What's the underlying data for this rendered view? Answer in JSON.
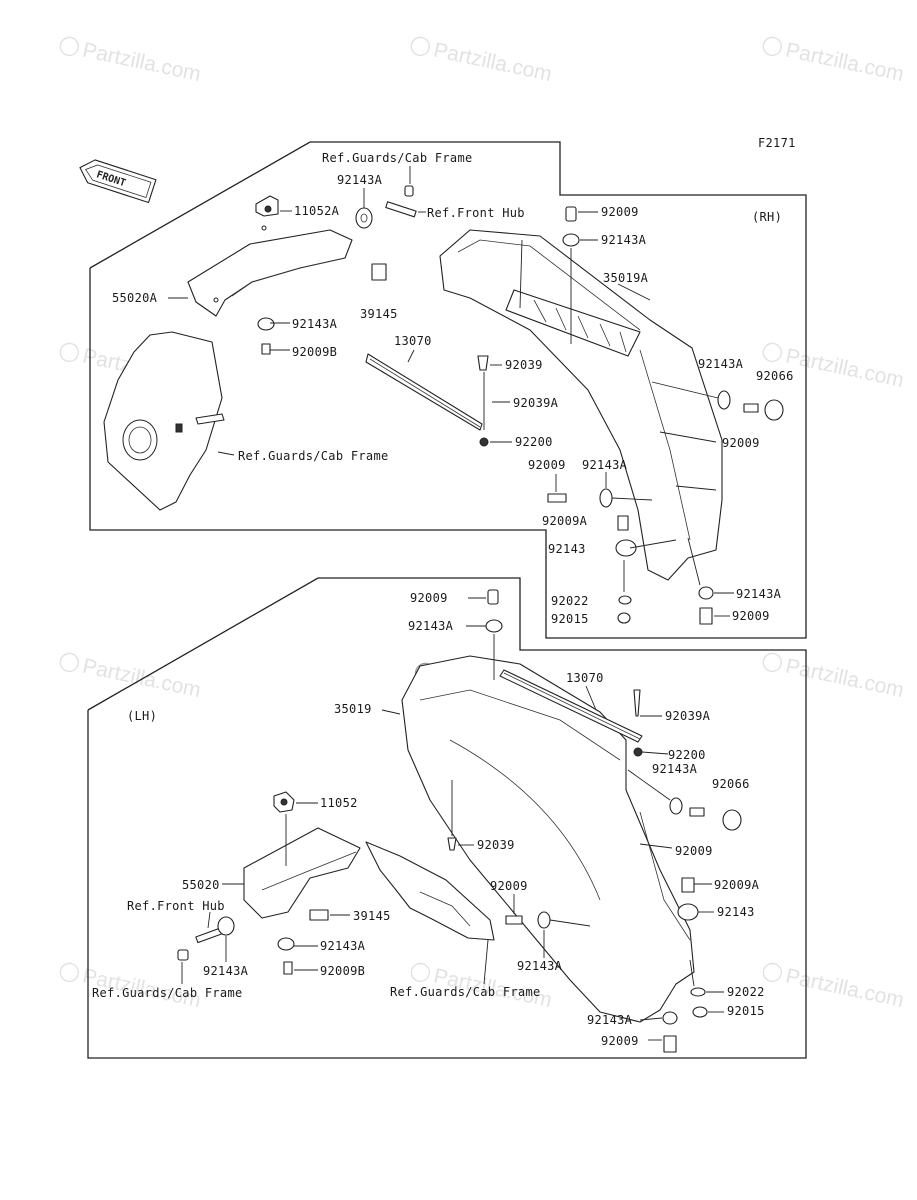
{
  "figure_code": "F2171",
  "front_sign": "FRONT",
  "watermark": "Partzilla.com",
  "sections": {
    "rh": "(RH)",
    "lh": "(LH)"
  },
  "rh_labels": {
    "ref_guards_top": "Ref.Guards/Cab Frame",
    "p92143A_a": "92143A",
    "p11052A": "11052A",
    "ref_front_hub": "Ref.Front Hub",
    "p92009_a": "92009",
    "p92143A_b": "92143A",
    "p35019A": "35019A",
    "p55020A": "55020A",
    "p39145": "39145",
    "p92143A_c": "92143A",
    "p13070": "13070",
    "p92009B": "92009B",
    "p92039": "92039",
    "p92143A_d": "92143A",
    "p92066": "92066",
    "p92039A": "92039A",
    "p92009_b": "92009",
    "p92200": "92200",
    "ref_guards_mid": "Ref.Guards/Cab Frame",
    "p92009_c": "92009",
    "p92143A_e": "92143A",
    "p92009A": "92009A",
    "p92143": "92143",
    "p92022": "92022",
    "p92143A_f": "92143A",
    "p92015": "92015",
    "p92009_d": "92009"
  },
  "lh_labels": {
    "p92009_a": "92009",
    "p92143A_a": "92143A",
    "p13070": "13070",
    "p35019": "35019",
    "p92039A": "92039A",
    "p92200": "92200",
    "p92143A_b": "92143A",
    "p92066": "92066",
    "p11052": "11052",
    "p92039": "92039",
    "p92009_b": "92009",
    "p55020": "55020",
    "p92009_c": "92009",
    "p92009A": "92009A",
    "ref_front_hub": "Ref.Front Hub",
    "p39145": "39145",
    "p92143": "92143",
    "p92143A_c": "92143A",
    "p92143A_d": "92143A",
    "p92143A_e": "92143A",
    "p92009B": "92009B",
    "ref_guards_left": "Ref.Guards/Cab Frame",
    "ref_guards_right": "Ref.Guards/Cab Frame",
    "p92022": "92022",
    "p92015": "92015",
    "p92143A_f": "92143A",
    "p92009_d": "92009"
  }
}
